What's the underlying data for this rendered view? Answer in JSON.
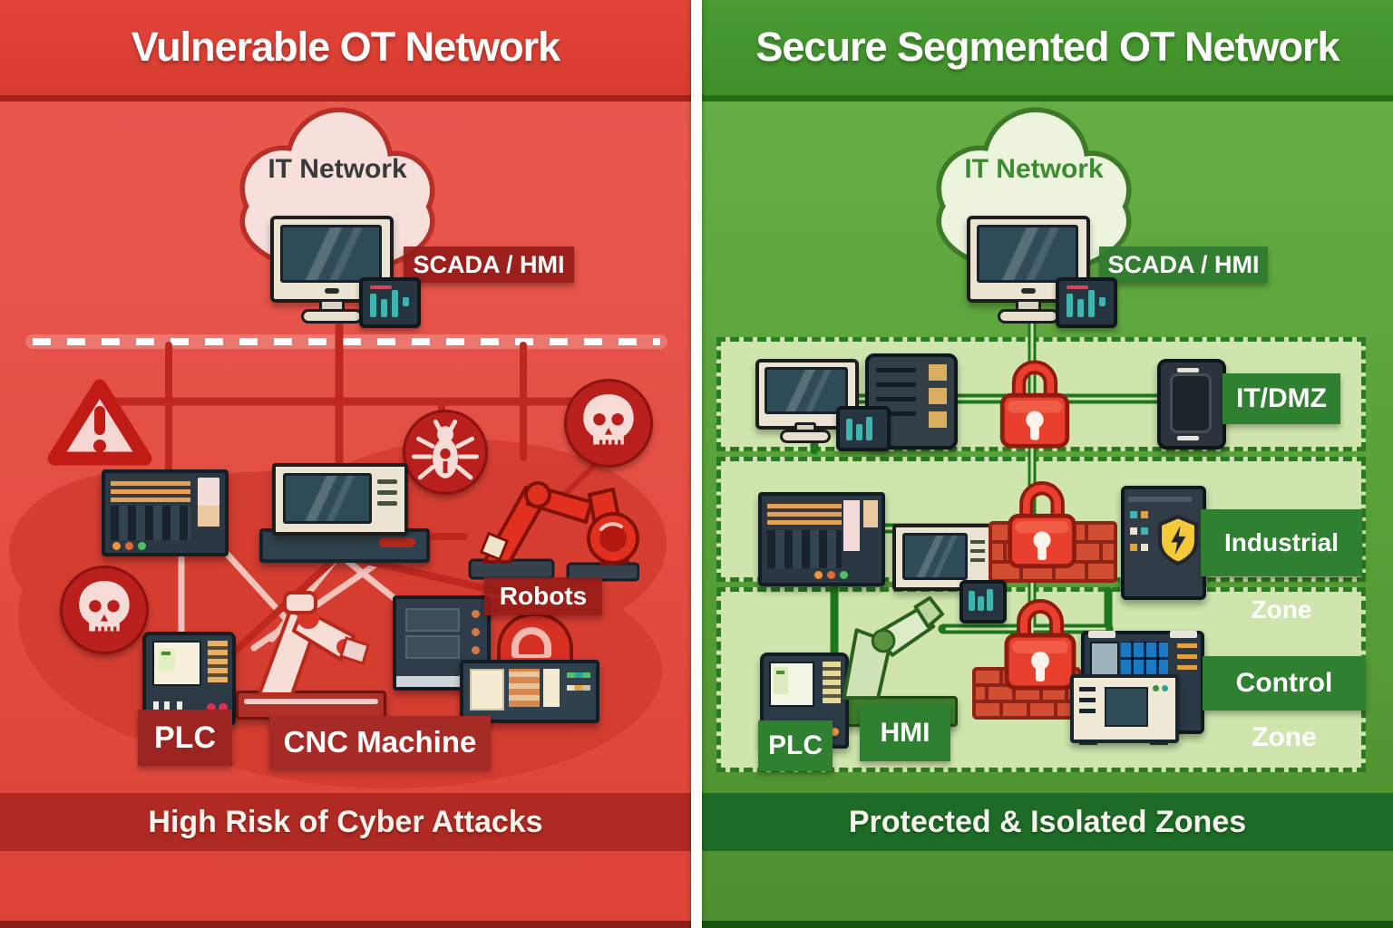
{
  "left": {
    "title": "Vulnerable OT Network",
    "cloud": "IT Network",
    "scada": "SCADA / HMI",
    "robots": "Robots",
    "plc": "PLC",
    "cnc": "CNC Machine",
    "footer": "High Risk of Cyber Attacks"
  },
  "right": {
    "title": "Secure Segmented OT Network",
    "cloud": "IT Network",
    "scada": "SCADA / HMI",
    "zone1": "IT/DMZ",
    "zone2": "Industrial Zone",
    "zone3": "Control Zone",
    "plc": "PLC",
    "hmi": "HMI",
    "footer": "Protected & Isolated Zones"
  },
  "icons": {
    "cloud": "cloud-icon",
    "monitor": "monitor-icon",
    "tablet": "tablet-icon",
    "warning": "warning-triangle-icon",
    "bug": "bug-malware-icon",
    "skull": "skull-icon",
    "robot": "robot-arm-icon",
    "plc_rack": "plc-rack-icon",
    "plc_cabinet": "plc-cabinet-icon",
    "padlock": "padlock-icon",
    "firewall": "firewall-brick-icon",
    "shield": "shield-appliance-icon",
    "server": "server-icon",
    "cnc": "cnc-machine-icon"
  },
  "colors": {
    "left_header": "#dd4237",
    "left_bg": "#e4544a",
    "left_label": "#9c2824",
    "left_footer": "#b02a24",
    "dark_red_icon": "#b81f1d",
    "right_header": "#45962f",
    "right_bg": "#5ea83e",
    "right_label": "#2f8030",
    "right_footer": "#1d6b26",
    "zone_bg": "#cfe5ad",
    "zone_border": "#2b7a21",
    "lock_red": "#e8402c",
    "line_red": "#bf281e",
    "line_green": "#1e771e"
  }
}
